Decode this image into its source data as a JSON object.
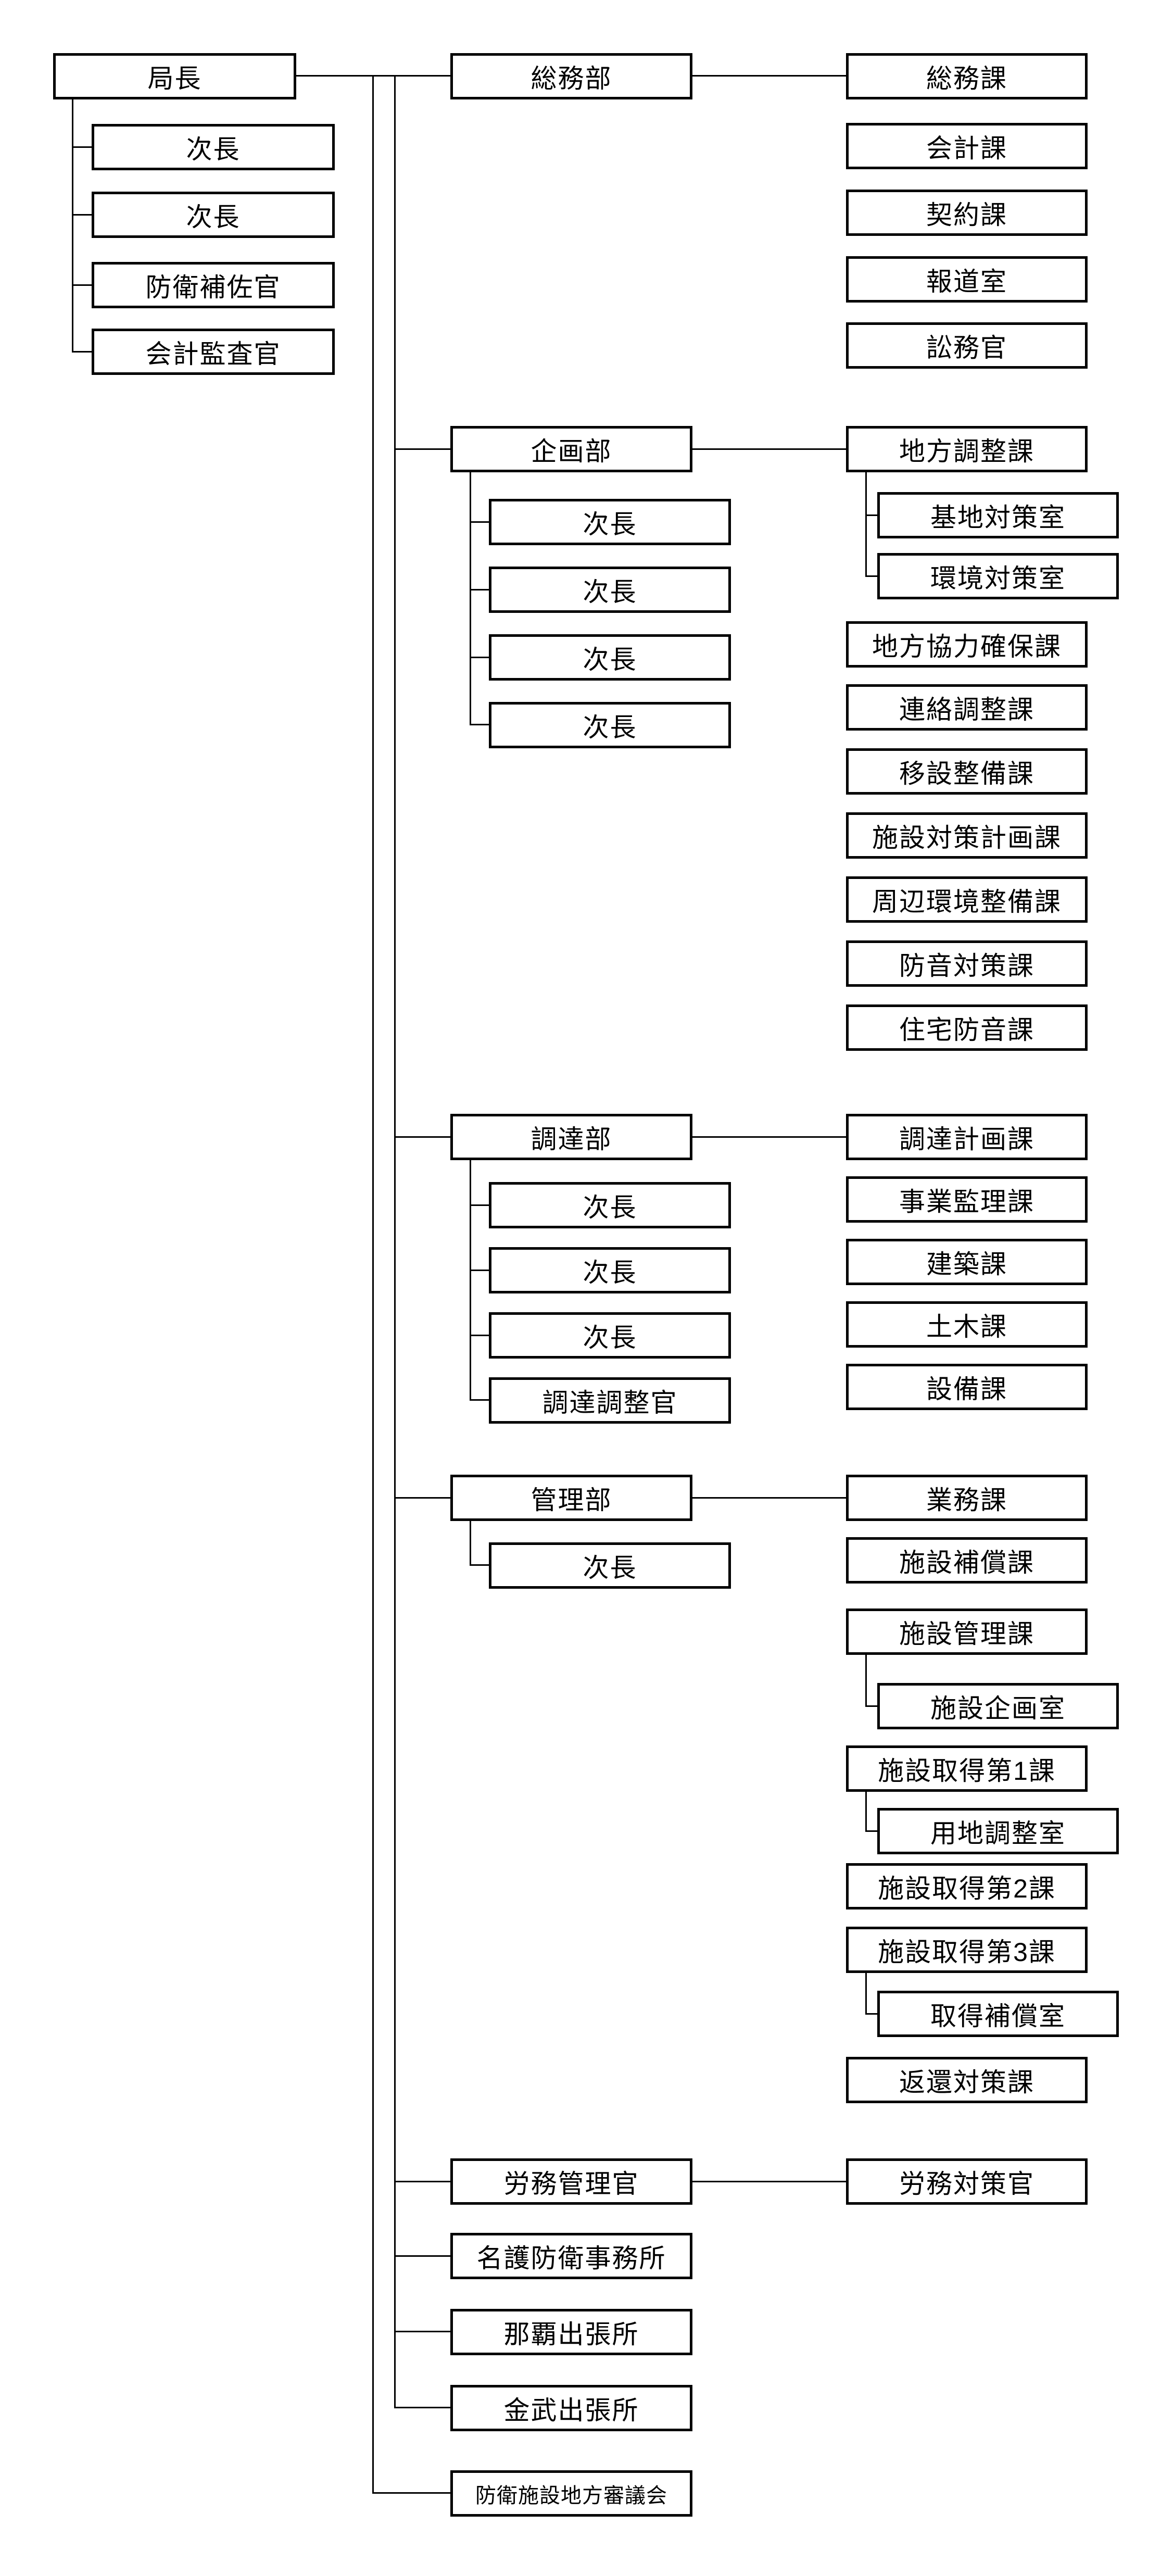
{
  "colors": {
    "background": "#ffffff",
    "box_border": "#000000",
    "line": "#000000",
    "text": "#000000"
  },
  "org": {
    "director": {
      "label": "局長"
    },
    "director_staff": [
      "次長",
      "次長",
      "防衛補佐官",
      "会計監査官"
    ],
    "departments": [
      {
        "label": "総務部",
        "deputies": [],
        "divisions": [
          {
            "label": "総務課",
            "offices": []
          },
          {
            "label": "会計課",
            "offices": []
          },
          {
            "label": "契約課",
            "offices": []
          },
          {
            "label": "報道室",
            "offices": []
          },
          {
            "label": "訟務官",
            "offices": []
          }
        ]
      },
      {
        "label": "企画部",
        "deputies": [
          "次長",
          "次長",
          "次長",
          "次長"
        ],
        "divisions": [
          {
            "label": "地方調整課",
            "offices": [
              {
                "label": "基地対策室"
              },
              {
                "label": "環境対策室"
              }
            ]
          },
          {
            "label": "地方協力確保課",
            "offices": []
          },
          {
            "label": "連絡調整課",
            "offices": []
          },
          {
            "label": "移設整備課",
            "offices": []
          },
          {
            "label": "施設対策計画課",
            "offices": []
          },
          {
            "label": "周辺環境整備課",
            "offices": []
          },
          {
            "label": "防音対策課",
            "offices": []
          },
          {
            "label": "住宅防音課",
            "offices": []
          }
        ]
      },
      {
        "label": "調達部",
        "deputies": [
          "次長",
          "次長",
          "次長",
          "調達調整官"
        ],
        "divisions": [
          {
            "label": "調達計画課",
            "offices": []
          },
          {
            "label": "事業監理課",
            "offices": []
          },
          {
            "label": "建築課",
            "offices": []
          },
          {
            "label": "土木課",
            "offices": []
          },
          {
            "label": "設備課",
            "offices": []
          }
        ]
      },
      {
        "label": "管理部",
        "deputies": [
          "次長"
        ],
        "divisions": [
          {
            "label": "業務課",
            "offices": []
          },
          {
            "label": "施設補償課",
            "offices": []
          },
          {
            "label": "施設管理課",
            "offices": [
              {
                "label": "施設企画室"
              }
            ]
          },
          {
            "label": "施設取得第1課",
            "offices": [
              {
                "label": "用地調整室"
              }
            ]
          },
          {
            "label": "施設取得第2課",
            "offices": []
          },
          {
            "label": "施設取得第3課",
            "offices": [
              {
                "label": "取得補償室"
              }
            ]
          },
          {
            "label": "返還対策課",
            "offices": []
          }
        ]
      },
      {
        "label": "労務管理官",
        "deputies": [],
        "divisions": [
          {
            "label": "労務対策官",
            "offices": []
          }
        ]
      }
    ],
    "local_offices": [
      "名護防衛事務所",
      "那覇出張所",
      "金武出張所"
    ],
    "council": {
      "label": "防衛施設地方審議会"
    }
  }
}
